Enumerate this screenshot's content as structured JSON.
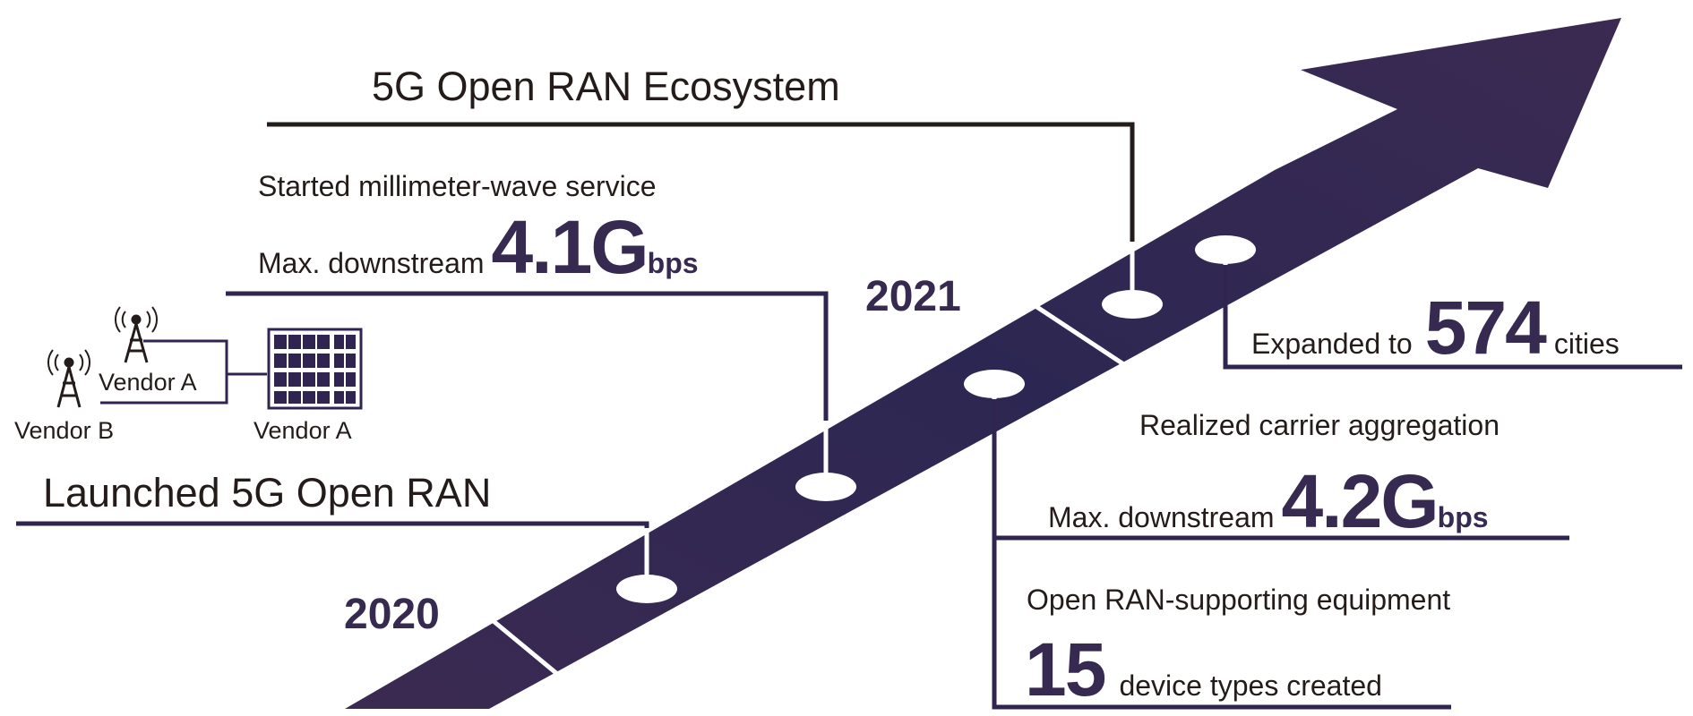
{
  "title": "5G Open RAN Ecosystem",
  "colors": {
    "arrow": "#3b2a52",
    "text": "#231c1a",
    "accent": "#372a50",
    "line_dark": "#231c1a",
    "line_purple": "#2f2550"
  },
  "years": {
    "start": "2020",
    "end": "2021"
  },
  "milestones": {
    "launch": {
      "text": "Launched 5G Open RAN"
    },
    "mmwave": {
      "line1": "Started millimeter-wave service",
      "prefix": "Max. downstream",
      "value": "4.1G",
      "unit": "bps"
    },
    "carrier": {
      "line1": "Realized carrier aggregation",
      "prefix": "Max. downstream",
      "value": "4.2G",
      "unit": "bps"
    },
    "equipment": {
      "line1": "Open RAN-supporting equipment",
      "value": "15",
      "suffix": "device types created"
    },
    "cities": {
      "prefix": "Expanded to",
      "value": "574",
      "suffix": "cities"
    }
  },
  "vendors": {
    "tower_top": "Vendor A",
    "tower_left": "Vendor B",
    "server": "Vendor A"
  },
  "icons": [
    "antenna-tower-icon",
    "antenna-tower-icon",
    "server-rack-icon"
  ]
}
